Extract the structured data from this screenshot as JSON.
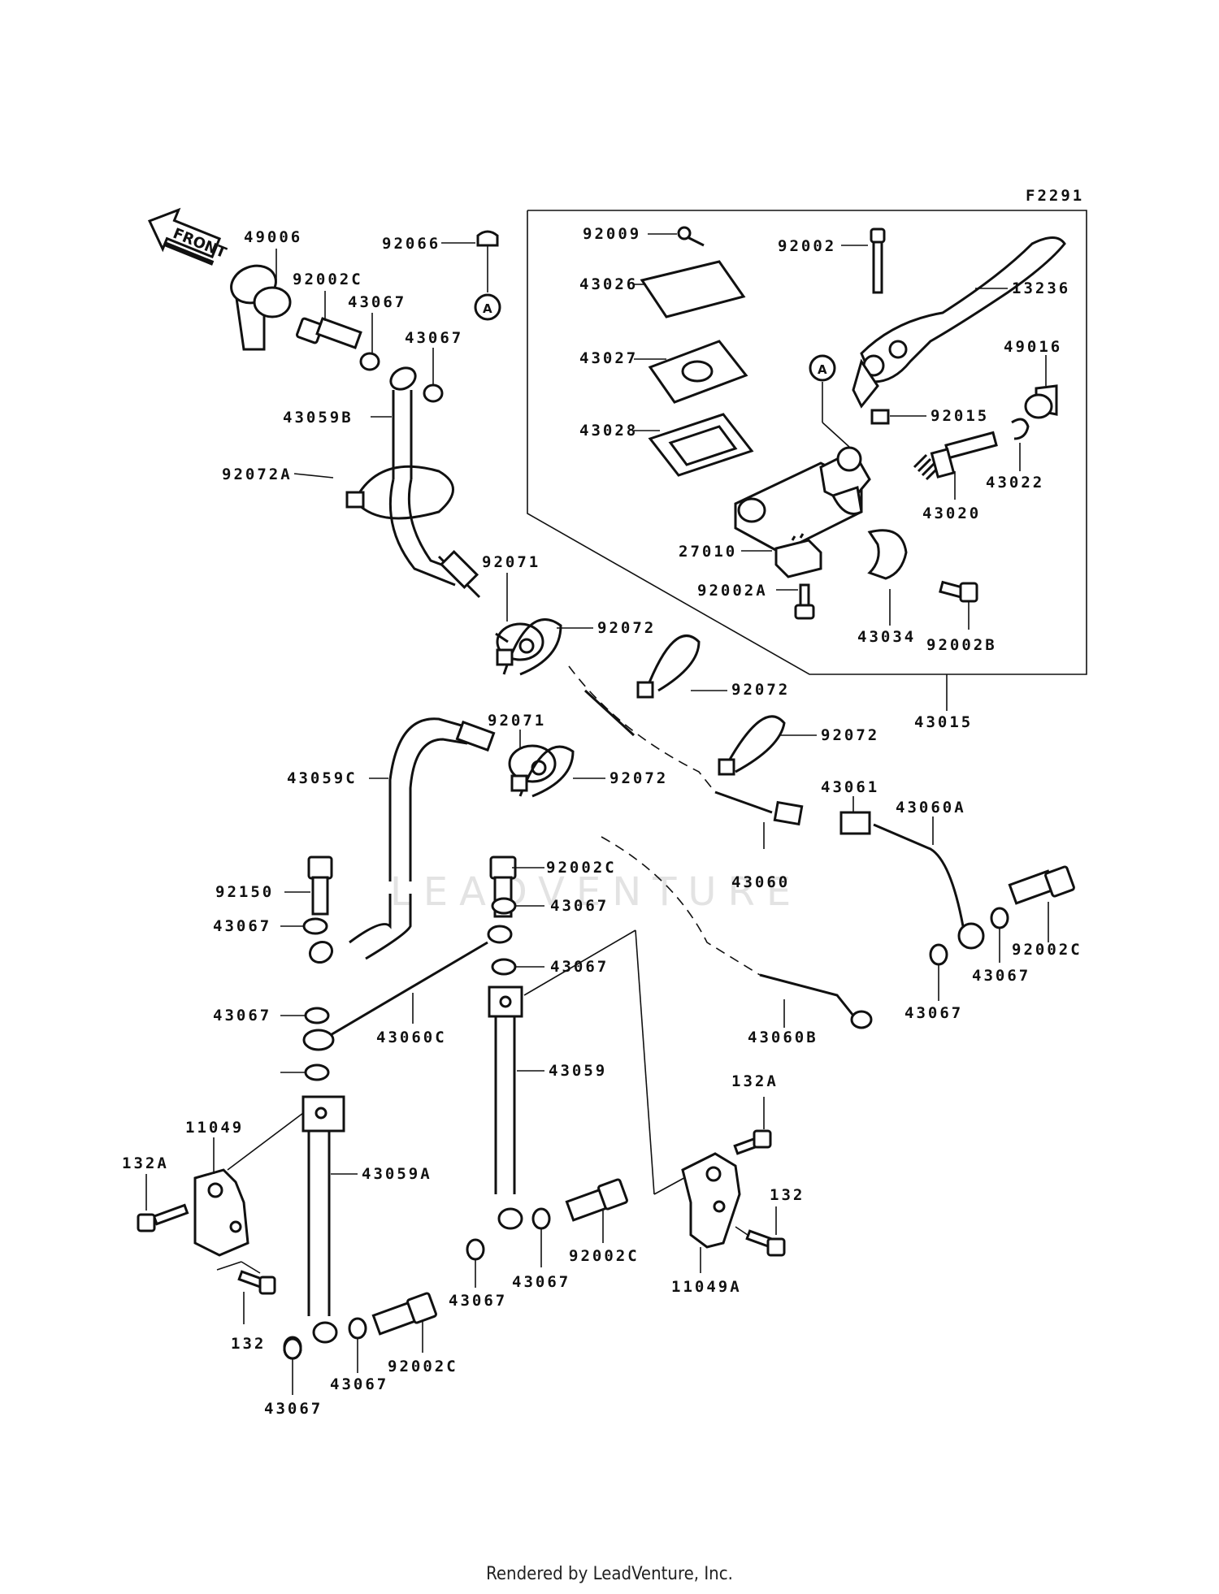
{
  "diagram_code": "F2291",
  "front_label": "FRONT",
  "callout": "A",
  "watermark": "LEADVENTURE",
  "footer": "Rendered by LeadVenture, Inc.",
  "labels": [
    {
      "id": "l-49006",
      "text": "49006"
    },
    {
      "id": "l-92066",
      "text": "92066"
    },
    {
      "id": "l-92002C-top",
      "text": "92002C"
    },
    {
      "id": "l-43067-a",
      "text": "43067"
    },
    {
      "id": "l-43067-b",
      "text": "43067"
    },
    {
      "id": "l-43059B",
      "text": "43059B"
    },
    {
      "id": "l-92072A",
      "text": "92072A"
    },
    {
      "id": "l-92009",
      "text": "92009"
    },
    {
      "id": "l-43026",
      "text": "43026"
    },
    {
      "id": "l-92002",
      "text": "92002"
    },
    {
      "id": "l-13236",
      "text": "13236"
    },
    {
      "id": "l-43027",
      "text": "43027"
    },
    {
      "id": "l-49016",
      "text": "49016"
    },
    {
      "id": "l-43028",
      "text": "43028"
    },
    {
      "id": "l-92015",
      "text": "92015"
    },
    {
      "id": "l-43022",
      "text": "43022"
    },
    {
      "id": "l-43020",
      "text": "43020"
    },
    {
      "id": "l-27010",
      "text": "27010"
    },
    {
      "id": "l-92002A",
      "text": "92002A"
    },
    {
      "id": "l-43034",
      "text": "43034"
    },
    {
      "id": "l-92002B",
      "text": "92002B"
    },
    {
      "id": "l-43015",
      "text": "43015"
    },
    {
      "id": "l-92071-a",
      "text": "92071"
    },
    {
      "id": "l-92072-a",
      "text": "92072"
    },
    {
      "id": "l-92072-b",
      "text": "92072"
    },
    {
      "id": "l-92072-c",
      "text": "92072"
    },
    {
      "id": "l-92071-b",
      "text": "92071"
    },
    {
      "id": "l-92072-d",
      "text": "92072"
    },
    {
      "id": "l-43059C",
      "text": "43059C"
    },
    {
      "id": "l-43061",
      "text": "43061"
    },
    {
      "id": "l-43060A",
      "text": "43060A"
    },
    {
      "id": "l-43060",
      "text": "43060"
    },
    {
      "id": "l-92002C-mid",
      "text": "92002C"
    },
    {
      "id": "l-92150",
      "text": "92150"
    },
    {
      "id": "l-43067-c",
      "text": "43067"
    },
    {
      "id": "l-43067-d",
      "text": "43067"
    },
    {
      "id": "l-92002C-right",
      "text": "92002C"
    },
    {
      "id": "l-43067-e",
      "text": "43067"
    },
    {
      "id": "l-43067-f",
      "text": "43067"
    },
    {
      "id": "l-43067-g",
      "text": "43067"
    },
    {
      "id": "l-43060C",
      "text": "43060C"
    },
    {
      "id": "l-43060B",
      "text": "43060B"
    },
    {
      "id": "l-43067-h",
      "text": "43067"
    },
    {
      "id": "l-43059",
      "text": "43059"
    },
    {
      "id": "l-132A-right",
      "text": "132A"
    },
    {
      "id": "l-11049",
      "text": "11049"
    },
    {
      "id": "l-43059A",
      "text": "43059A"
    },
    {
      "id": "l-132A-left",
      "text": "132A"
    },
    {
      "id": "l-132-right",
      "text": "132"
    },
    {
      "id": "l-92002C-b1",
      "text": "92002C"
    },
    {
      "id": "l-43067-i",
      "text": "43067"
    },
    {
      "id": "l-43067-j",
      "text": "43067"
    },
    {
      "id": "l-11049A",
      "text": "11049A"
    },
    {
      "id": "l-132-left",
      "text": "132"
    },
    {
      "id": "l-92002C-b2",
      "text": "92002C"
    },
    {
      "id": "l-43067-k",
      "text": "43067"
    },
    {
      "id": "l-43067-l",
      "text": "43067"
    }
  ]
}
